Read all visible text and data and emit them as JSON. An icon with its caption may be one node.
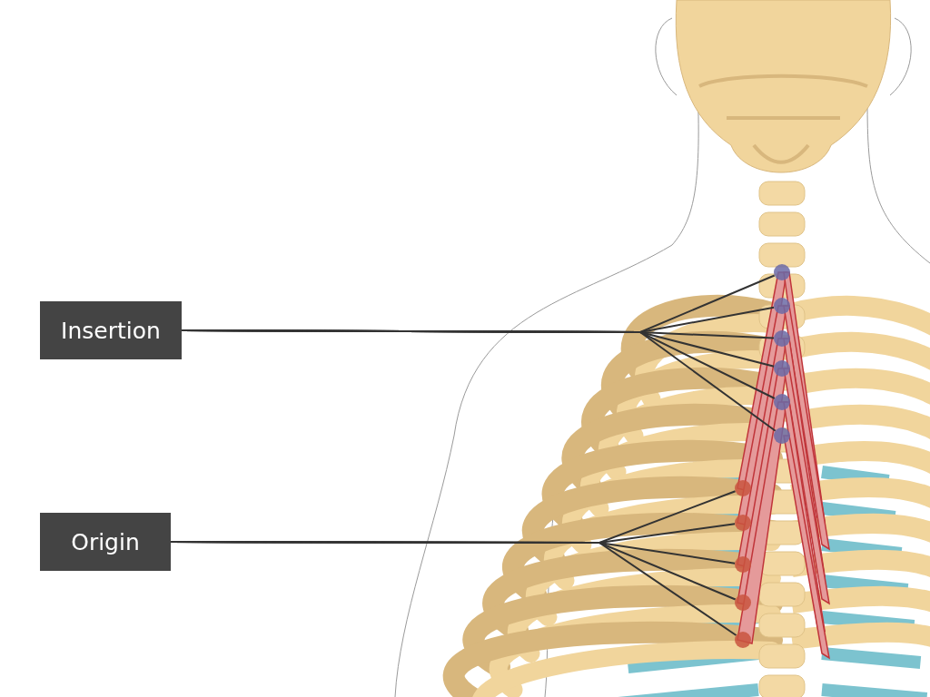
{
  "diagram": {
    "nodes": [
      {
        "text": [
          "Insertion"
        ]
      },
      {
        "text": [
          "Origin"
        ]
      },
      {
        "text": [],
        "shape": "circle"
      },
      {
        "text": [],
        "shape": "circle"
      },
      {
        "text": [],
        "shape": "circle"
      },
      {
        "text": [],
        "shape": "circle"
      },
      {
        "text": [],
        "shape": "circle"
      },
      {
        "text": [],
        "shape": "circle"
      },
      {
        "text": [],
        "shape": "circle"
      },
      {
        "text": [],
        "shape": "circle"
      },
      {
        "text": [],
        "shape": "circle"
      },
      {
        "text": [],
        "shape": "circle"
      },
      {
        "text": [],
        "shape": "circle"
      }
    ],
    "edges": [
      {
        "from": 0,
        "to": 2,
        "arrow": "none"
      },
      {
        "from": 0,
        "to": 3,
        "arrow": "none"
      },
      {
        "from": 0,
        "to": 4,
        "arrow": "none"
      },
      {
        "from": 0,
        "to": 5,
        "arrow": "none"
      },
      {
        "from": 0,
        "to": 6,
        "arrow": "none"
      },
      {
        "from": 0,
        "to": 7,
        "arrow": "none"
      },
      {
        "from": 1,
        "to": 8,
        "arrow": "none"
      },
      {
        "from": 1,
        "to": 9,
        "arrow": "none"
      },
      {
        "from": 1,
        "to": 10,
        "arrow": "none"
      },
      {
        "from": 1,
        "to": 11,
        "arrow": "none"
      },
      {
        "from": 1,
        "to": 12,
        "arrow": "none"
      }
    ]
  }
}
